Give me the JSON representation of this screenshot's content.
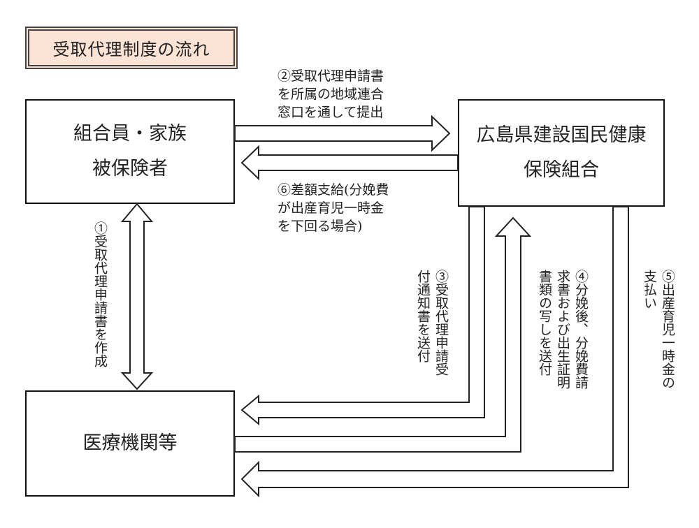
{
  "title": "受取代理制度の流れ",
  "nodes": {
    "member": [
      "組合員・家族",
      "被保険者"
    ],
    "union": [
      "広島県建設国民健康",
      "保険組合"
    ],
    "medical": [
      "医療機関等"
    ]
  },
  "steps": {
    "step1": [
      "①受取代理申請書を作成"
    ],
    "step2": [
      "②受取代理申請書",
      "を所属の地域連合",
      "窓口を通して提出"
    ],
    "step3": [
      "③受取代理申請受",
      "付通知書を送付"
    ],
    "step4": [
      "④分娩後、分娩費請",
      "求書および出生証明",
      "書類の写しを送付"
    ],
    "step5": [
      "⑤出産育児一時金の",
      "支払い"
    ],
    "step6": [
      "⑥差額支給(分娩費",
      "が出産育児一時金",
      "を下回る場合)"
    ]
  }
}
